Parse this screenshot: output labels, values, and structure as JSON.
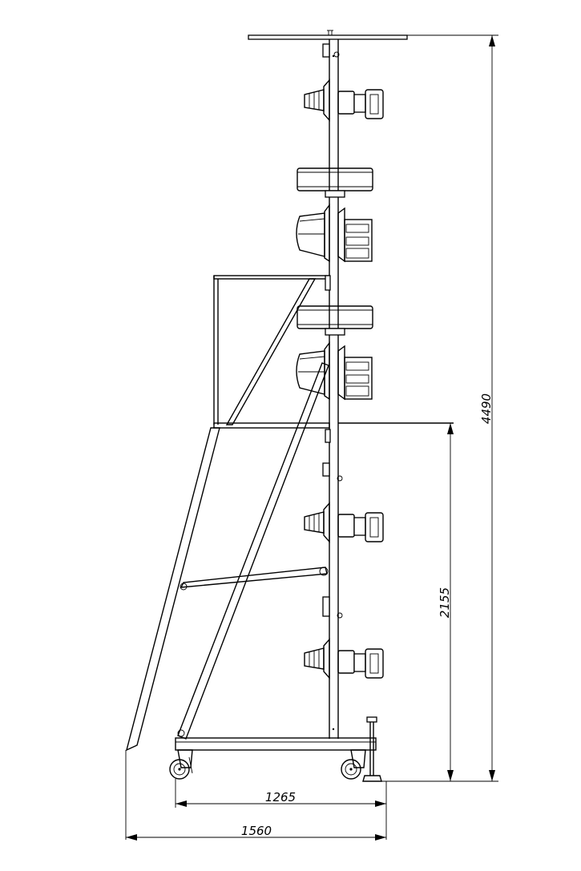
{
  "drawing": {
    "dimensions": {
      "total_height": "4490",
      "deck_height": "2155",
      "wheelbase": "1265",
      "overall_length": "1560"
    },
    "colors": {
      "line": "#000000",
      "background": "#ffffff"
    }
  }
}
